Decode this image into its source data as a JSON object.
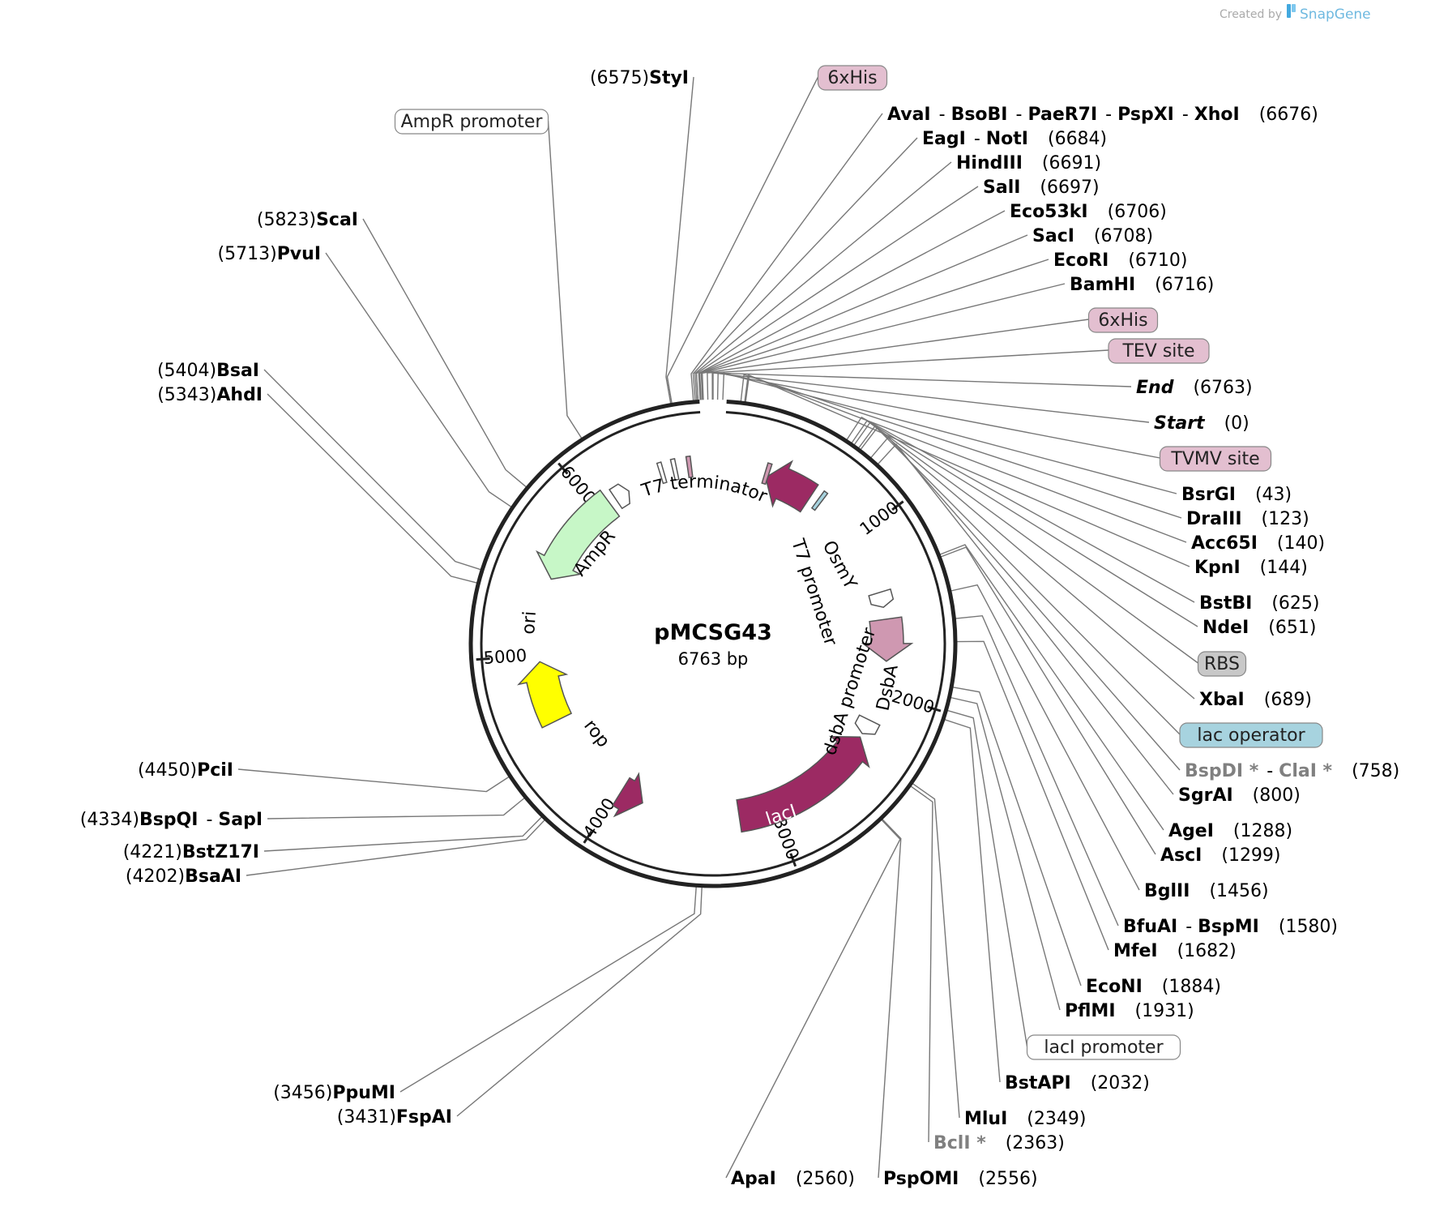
{
  "plasmid": {
    "name": "pMCSG43",
    "size_label": "6763 bp",
    "length": 6763
  },
  "credit": {
    "created_by": "Created by",
    "brand": "SnapGene"
  },
  "ticks": [
    "1000",
    "2000",
    "3000",
    "4000",
    "5000",
    "6000"
  ],
  "colors": {
    "magenta": "#9c2a63",
    "pink": "#cf98b1",
    "green": "#c7f7c7",
    "yellow": "#ffff00",
    "backbone": "#222222",
    "leader": "#777777"
  },
  "features": [
    {
      "name": "OsmY",
      "start": 330,
      "end": 630,
      "dir": -1,
      "fill": "#9c2a63",
      "track": 0
    },
    {
      "name": "DsbA",
      "start": 1540,
      "end": 1800,
      "dir": 1,
      "fill": "#cf98b1",
      "track": 0
    },
    {
      "name": "lacI",
      "start": 2300,
      "end": 3220,
      "dir": -1,
      "fill": "#9c2a63",
      "track": 0
    },
    {
      "name": "AmpR",
      "start": 6080,
      "end": 5480,
      "dir": -1,
      "fill": "#c7f7c7",
      "track": 0
    },
    {
      "name": "ori",
      "start": 4960,
      "end": 4580,
      "dir": 1,
      "fill": "#ffff00",
      "track": 0
    },
    {
      "name": "rop",
      "start": 3980,
      "end": 3830,
      "dir": -1,
      "fill": "#9c2a63",
      "track": 0
    }
  ],
  "inner_labels": [
    {
      "text": "T7 terminator"
    },
    {
      "text": "OsmY"
    },
    {
      "text": "T7 promoter"
    },
    {
      "text": "dsbA promoter"
    },
    {
      "text": "DsbA"
    },
    {
      "text": "lacI"
    },
    {
      "text": "AmpR"
    },
    {
      "text": "ori"
    },
    {
      "text": "rop"
    }
  ],
  "sites": [
    {
      "enzymes": [
        "StyI"
      ],
      "position": "(6575)",
      "at": 6575
    },
    {
      "enzymes": [
        "6xHis"
      ],
      "feature": true,
      "at": 6580,
      "fill": "#e3bfd0"
    },
    {
      "enzymes": [
        "AvaI",
        "BsoBI",
        "PaeR7I",
        "PspXI",
        "XhoI"
      ],
      "position": "(6676)",
      "at": 6676
    },
    {
      "enzymes": [
        "EagI",
        "NotI"
      ],
      "position": "(6684)",
      "at": 6684
    },
    {
      "enzymes": [
        "HindIII"
      ],
      "position": "(6691)",
      "at": 6691
    },
    {
      "enzymes": [
        "SalI"
      ],
      "position": "(6697)",
      "at": 6697
    },
    {
      "enzymes": [
        "Eco53kI"
      ],
      "position": "(6706)",
      "at": 6706
    },
    {
      "enzymes": [
        "SacI"
      ],
      "position": "(6708)",
      "at": 6708
    },
    {
      "enzymes": [
        "EcoRI"
      ],
      "position": "(6710)",
      "at": 6710
    },
    {
      "enzymes": [
        "BamHI"
      ],
      "position": "(6716)",
      "at": 6716
    },
    {
      "enzymes": [
        "6xHis"
      ],
      "feature": true,
      "at": 6720,
      "fill": "#e3bfd0"
    },
    {
      "enzymes": [
        "TEV site"
      ],
      "feature": true,
      "at": 6740,
      "fill": "#e3bfd0"
    },
    {
      "enzymes": [
        "End"
      ],
      "position": "(6763)",
      "italic": true,
      "at": 6760
    },
    {
      "enzymes": [
        "Start"
      ],
      "position": "(0)",
      "italic": true,
      "at": 0
    },
    {
      "enzymes": [
        "TVMV site"
      ],
      "feature": true,
      "at": 20,
      "fill": "#e3bfd0"
    },
    {
      "enzymes": [
        "BsrGI"
      ],
      "position": "(43)",
      "at": 43
    },
    {
      "enzymes": [
        "DraIII"
      ],
      "position": "(123)",
      "at": 123
    },
    {
      "enzymes": [
        "Acc65I"
      ],
      "position": "(140)",
      "at": 140
    },
    {
      "enzymes": [
        "KpnI"
      ],
      "position": "(144)",
      "at": 144
    },
    {
      "enzymes": [
        "BstBI"
      ],
      "position": "(625)",
      "at": 625
    },
    {
      "enzymes": [
        "NdeI"
      ],
      "position": "(651)",
      "at": 651
    },
    {
      "enzymes": [
        "RBS"
      ],
      "feature": true,
      "at": 665,
      "fill": "#c8c8c8"
    },
    {
      "enzymes": [
        "XbaI"
      ],
      "position": "(689)",
      "at": 689
    },
    {
      "enzymes": [
        "lac operator"
      ],
      "feature": true,
      "at": 700,
      "fill": "#a7d3df"
    },
    {
      "enzymes": [
        "BspDI *",
        "ClaI *"
      ],
      "position": "(758)",
      "at": 758,
      "gray": true
    },
    {
      "enzymes": [
        "SgrAI"
      ],
      "position": "(800)",
      "at": 800
    },
    {
      "enzymes": [
        "AgeI"
      ],
      "position": "(1288)",
      "at": 1288
    },
    {
      "enzymes": [
        "AscI"
      ],
      "position": "(1299)",
      "at": 1299
    },
    {
      "enzymes": [
        "BglII"
      ],
      "position": "(1456)",
      "at": 1456
    },
    {
      "enzymes": [
        "BfuAI",
        "BspMI"
      ],
      "position": "(1580)",
      "at": 1580
    },
    {
      "enzymes": [
        "MfeI"
      ],
      "position": "(1682)",
      "at": 1682
    },
    {
      "enzymes": [
        "EcoNI"
      ],
      "position": "(1884)",
      "at": 1884
    },
    {
      "enzymes": [
        "PflMI"
      ],
      "position": "(1931)",
      "at": 1931
    },
    {
      "enzymes": [
        "lacI promoter"
      ],
      "feature": true,
      "at": 1990,
      "fill": "#ffffff"
    },
    {
      "enzymes": [
        "BstAPI"
      ],
      "position": "(2032)",
      "at": 2032
    },
    {
      "enzymes": [
        "MluI"
      ],
      "position": "(2349)",
      "at": 2349
    },
    {
      "enzymes": [
        "BclI *"
      ],
      "position": "(2363)",
      "at": 2363,
      "gray": true
    },
    {
      "enzymes": [
        "PspOMI"
      ],
      "position": "(2556)",
      "at": 2556
    },
    {
      "enzymes": [
        "ApaI"
      ],
      "position": "(2560)",
      "at": 2560
    },
    {
      "enzymes": [
        "PpuMI"
      ],
      "position": "(3456)",
      "at": 3456
    },
    {
      "enzymes": [
        "FspAI"
      ],
      "position": "(3431)",
      "at": 3431
    },
    {
      "enzymes": [
        "BsaAI"
      ],
      "position": "(4202)",
      "at": 4202
    },
    {
      "enzymes": [
        "BstZ17I"
      ],
      "position": "(4221)",
      "at": 4221
    },
    {
      "enzymes": [
        "BspQI",
        "SapI"
      ],
      "position": "(4334)",
      "at": 4334
    },
    {
      "enzymes": [
        "PciI"
      ],
      "position": "(4450)",
      "at": 4450
    },
    {
      "enzymes": [
        "AhdI"
      ],
      "position": "(5343)",
      "at": 5343
    },
    {
      "enzymes": [
        "BsaI"
      ],
      "position": "(5404)",
      "at": 5404
    },
    {
      "enzymes": [
        "PvuI"
      ],
      "position": "(5713)",
      "at": 5713
    },
    {
      "enzymes": [
        "ScaI"
      ],
      "position": "(5823)",
      "at": 5823
    },
    {
      "enzymes": [
        "AmpR promoter"
      ],
      "feature": true,
      "at": 6150,
      "fill": "#ffffff"
    }
  ]
}
